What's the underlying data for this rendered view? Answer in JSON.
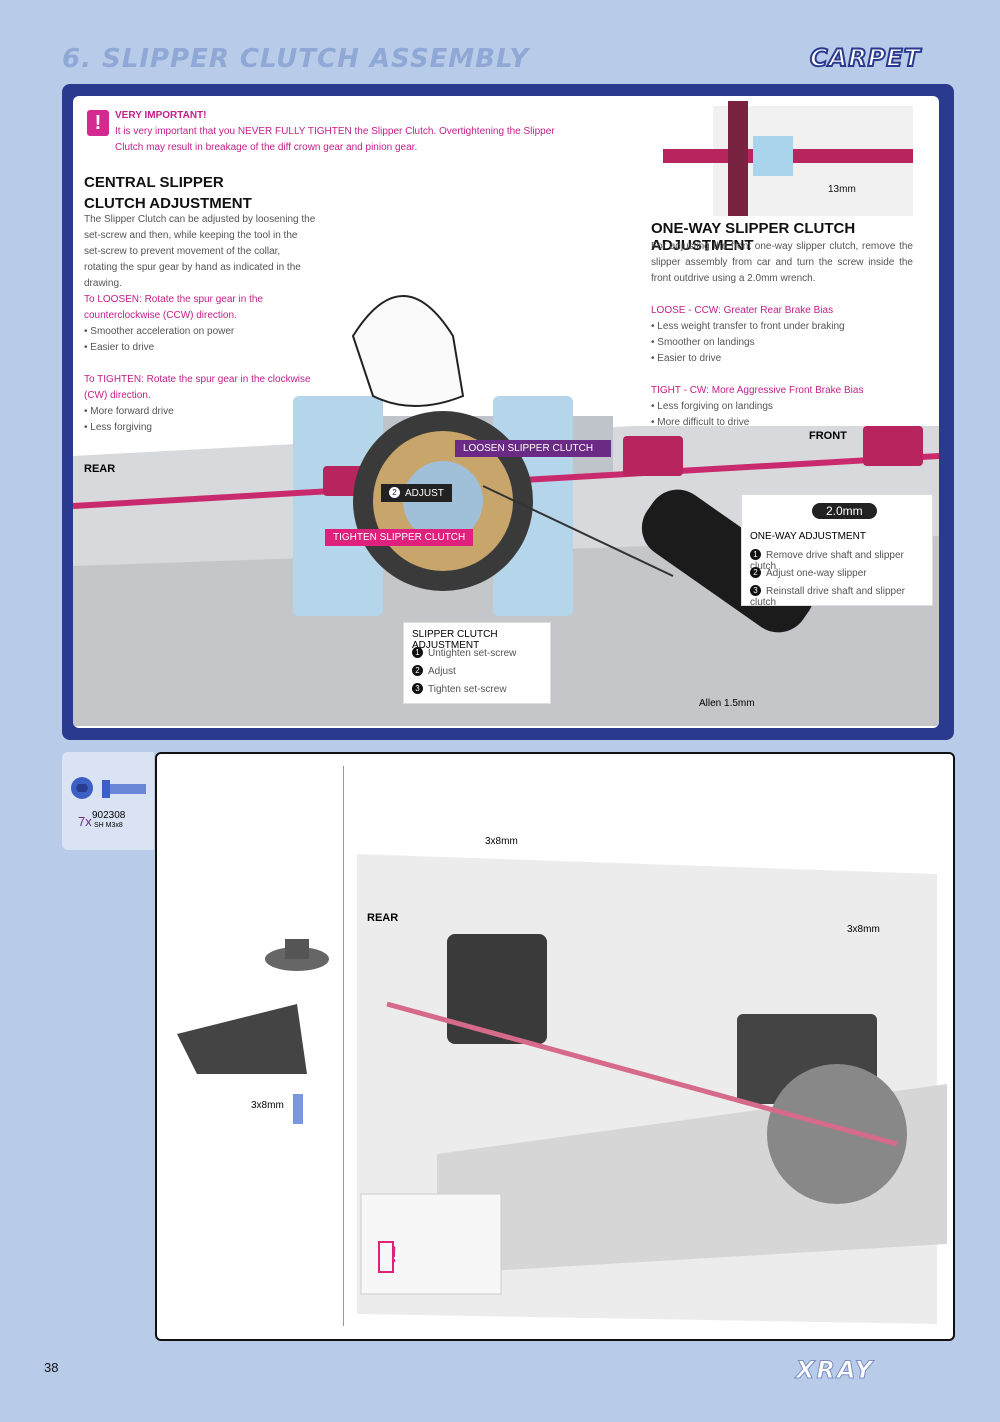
{
  "header": {
    "title": "6. SLIPPER CLUTCH ASSEMBLY",
    "badge": "CARPET"
  },
  "warning": {
    "icon": "!",
    "title": "VERY IMPORTANT!",
    "text": "It is very important that you NEVER FULLY TIGHTEN the Slipper Clutch. Overtightening the Slipper Clutch may result in breakage of the diff crown gear and pinion gear."
  },
  "central": {
    "title": "CENTRAL SLIPPER CLUTCH ADJUSTMENT",
    "body": "The Slipper Clutch can be adjusted by loosening the set-screw and then, while keeping the tool in the set-screw to prevent movement of the collar, rotating the spur gear by hand as indicated in the drawing.",
    "loosen_title": "To LOOSEN: Rotate the spur gear in the counterclockwise (CCW) direction.",
    "loosen_items": [
      "Smoother acceleration on power",
      "Easier to drive"
    ],
    "tighten_title": "To TIGHTEN: Rotate the spur gear in the clockwise (CW) direction.",
    "tighten_items": [
      "More forward drive",
      "Less forgiving"
    ]
  },
  "oneway": {
    "title": "ONE-WAY SLIPPER CLUTCH ADJUSTMENT",
    "body": "For adjusting the front one-way slipper clutch, remove the slipper assembly from car and turn the screw inside the front outdrive using a 2.0mm wrench.",
    "loose_title": "LOOSE - CCW: Greater Rear Brake Bias",
    "loose_items": [
      "Less weight transfer to front under braking",
      "Smoother on landings",
      "Easier to drive"
    ],
    "tight_title": "TIGHT - CW: More Aggressive Front Brake Bias",
    "tight_items": [
      "Less forgiving on landings",
      "More difficult to drive"
    ]
  },
  "diagram_top": {
    "dim": "13mm",
    "front": "FRONT",
    "rear": "REAR",
    "loosen_tag": "LOOSEN SLIPPER CLUTCH",
    "tighten_tag": "TIGHTEN SLIPPER CLUTCH",
    "adjust_num": "2",
    "adjust_tag": "ADJUST",
    "wrench": "2.0mm",
    "allen": "Allen 1.5mm"
  },
  "oneway_steps": {
    "title": "ONE-WAY ADJUSTMENT",
    "steps": [
      {
        "num": "1",
        "text": "Remove drive shaft and slipper clutch"
      },
      {
        "num": "2",
        "text": "Adjust one-way slipper"
      },
      {
        "num": "3",
        "text": "Reinstall drive shaft and slipper clutch"
      }
    ]
  },
  "slipper_steps": {
    "title": "SLIPPER CLUTCH ADJUSTMENT",
    "steps": [
      {
        "num": "1",
        "text": "Untighten set-screw"
      },
      {
        "num": "2",
        "text": "Adjust"
      },
      {
        "num": "3",
        "text": "Tighten set-screw"
      }
    ]
  },
  "part": {
    "qty": "7x",
    "code": "902308",
    "desc": "SH M3x8"
  },
  "bottom": {
    "screw_label_1": "3x8mm",
    "screw_label_2": "3x8mm",
    "screw_label_3": "3x8mm",
    "rear": "REAR",
    "alert": "!"
  },
  "footer": {
    "page": "38",
    "brand": "XRAY"
  }
}
